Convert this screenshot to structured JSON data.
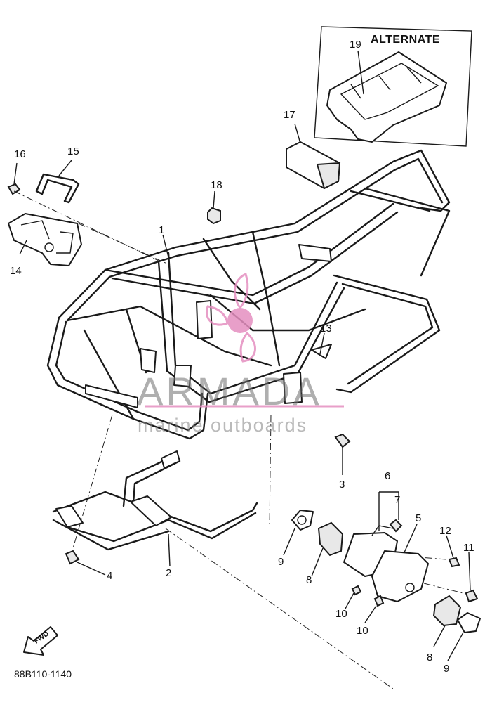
{
  "alternate_label": "ALTERNATE",
  "drawing_code": "88B110-1140",
  "fwd_label": "FWD",
  "watermark": {
    "brand": "ARMADA",
    "tagline": "marine outboards",
    "accent": "#e58fc0",
    "text_color": "#6e6e6e"
  },
  "callouts": {
    "c1": "1",
    "c2": "2",
    "c3": "3",
    "c4": "4",
    "c5": "5",
    "c6": "6",
    "c7": "7",
    "c8a": "8",
    "c8b": "8",
    "c9a": "9",
    "c9b": "9",
    "c10a": "10",
    "c10b": "10",
    "c11": "11",
    "c12": "12",
    "c13": "13",
    "c14": "14",
    "c15": "15",
    "c16": "16",
    "c17": "17",
    "c18": "18",
    "c19": "19"
  }
}
